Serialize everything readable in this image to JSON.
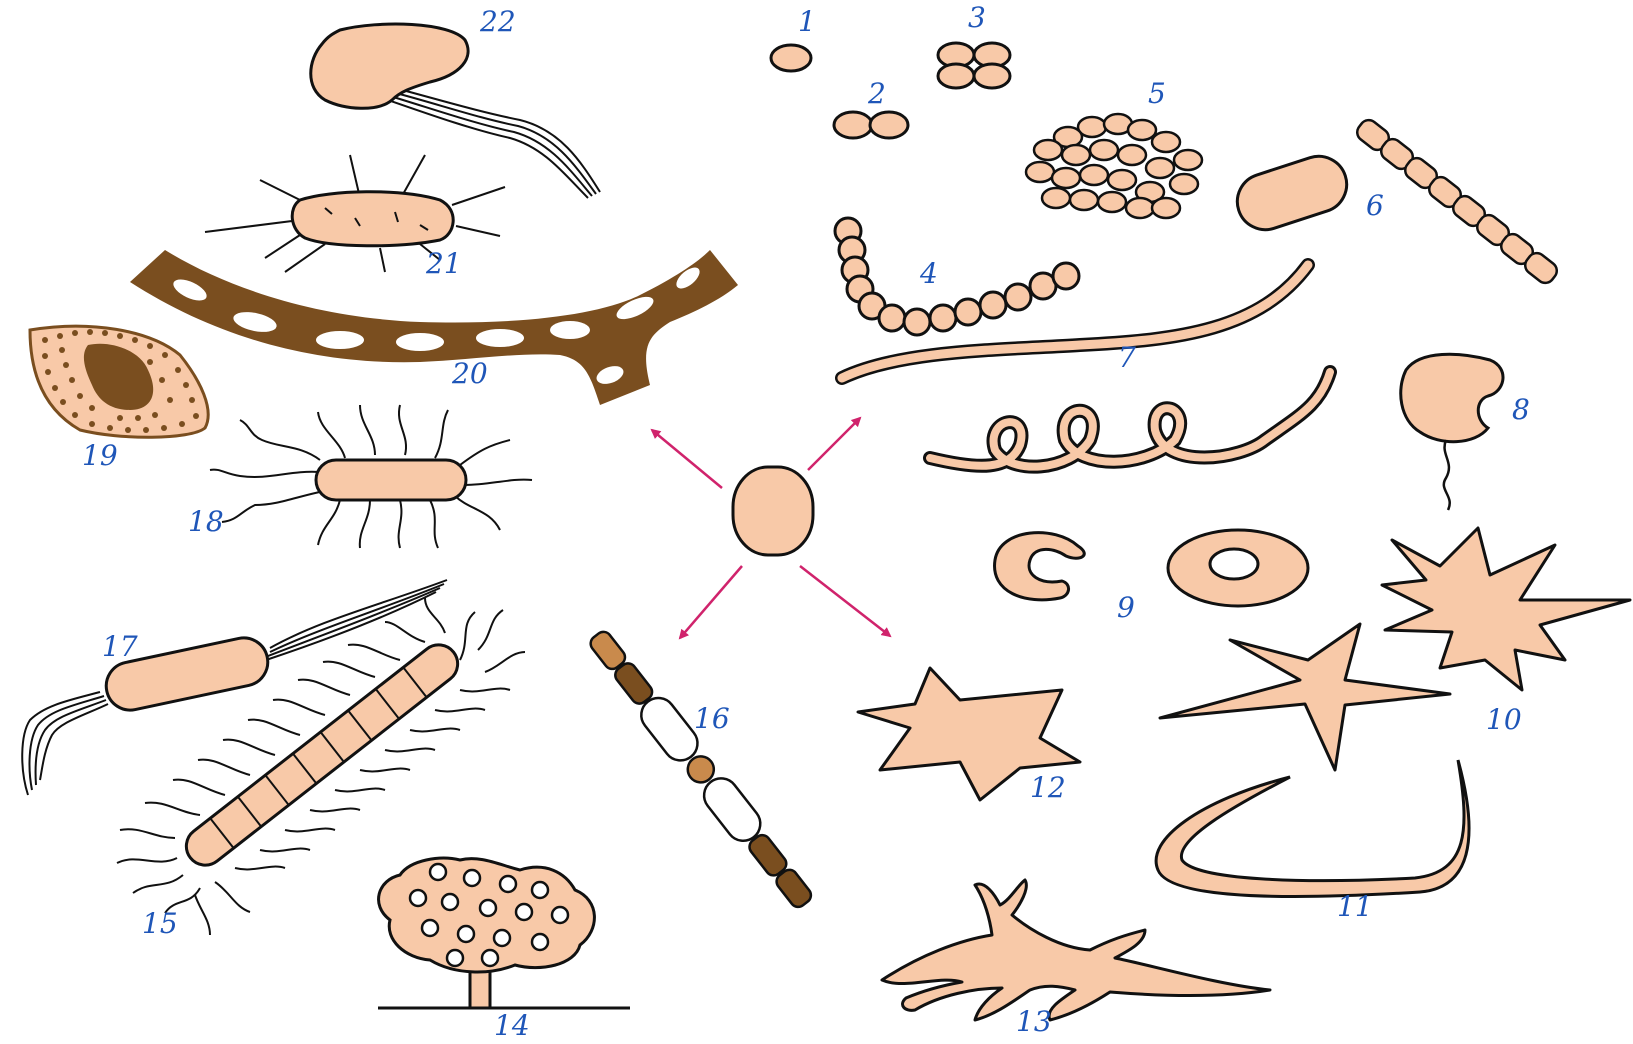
{
  "colors": {
    "cell_fill": "#f8c9a8",
    "outline": "#111111",
    "dark_brown": "#7a4e1f",
    "label": "#1f56b8",
    "arrow": "#d0236c"
  },
  "labels": {
    "n1": "1",
    "n2": "2",
    "n3": "3",
    "n4": "4",
    "n5": "5",
    "n6": "6",
    "n7": "7",
    "n8": "8",
    "n9": "9",
    "n10": "10",
    "n11": "11",
    "n12": "12",
    "n13": "13",
    "n14": "14",
    "n15": "15",
    "n16": "16",
    "n17": "17",
    "n18": "18",
    "n19": "19",
    "n20": "20",
    "n21": "21",
    "n22": "22"
  }
}
